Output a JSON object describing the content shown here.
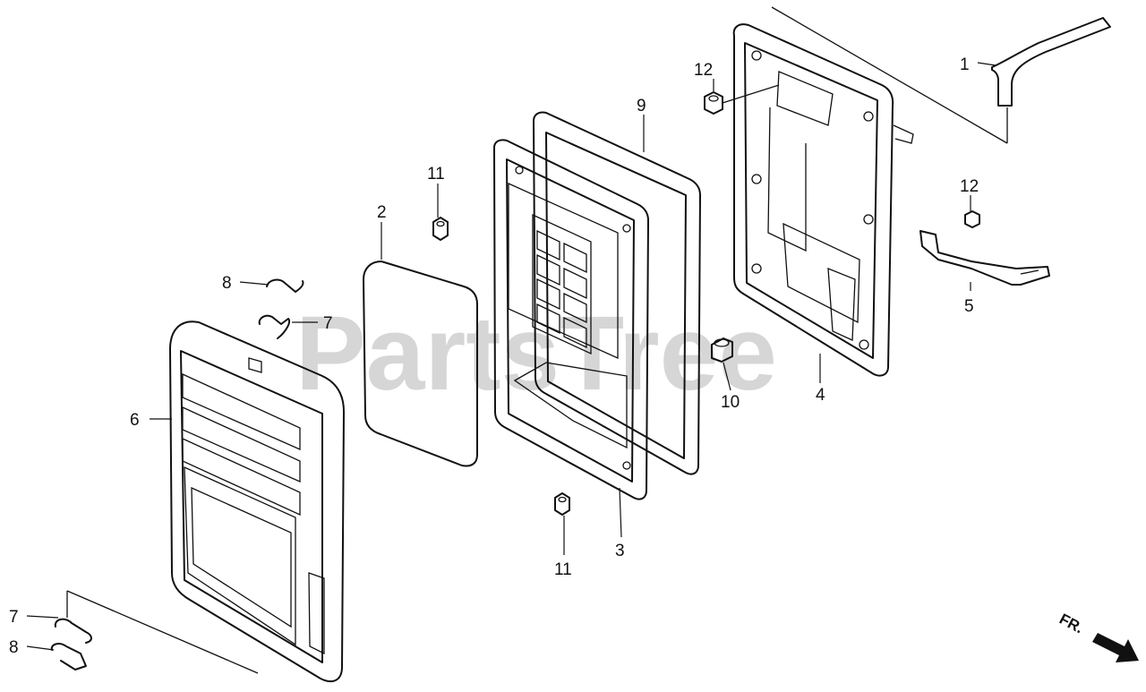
{
  "watermark": "PartsTree",
  "direction_marker": {
    "label": "FR."
  },
  "callouts": [
    {
      "id": "1",
      "part": "tube"
    },
    {
      "id": "2",
      "part": "foam-element"
    },
    {
      "id": "3",
      "part": "element-case"
    },
    {
      "id": "4",
      "part": "air-cleaner-base"
    },
    {
      "id": "5",
      "part": "stay-bracket"
    },
    {
      "id": "6",
      "part": "air-cleaner-cover"
    },
    {
      "id": "7",
      "part": "clip"
    },
    {
      "id": "7",
      "part": "clip-lower"
    },
    {
      "id": "8",
      "part": "clip"
    },
    {
      "id": "8",
      "part": "clip-lower"
    },
    {
      "id": "9",
      "part": "gasket"
    },
    {
      "id": "10",
      "part": "collar"
    },
    {
      "id": "11",
      "part": "nut"
    },
    {
      "id": "11",
      "part": "nut-lower"
    },
    {
      "id": "12",
      "part": "nut"
    },
    {
      "id": "12",
      "part": "nut-right"
    }
  ]
}
